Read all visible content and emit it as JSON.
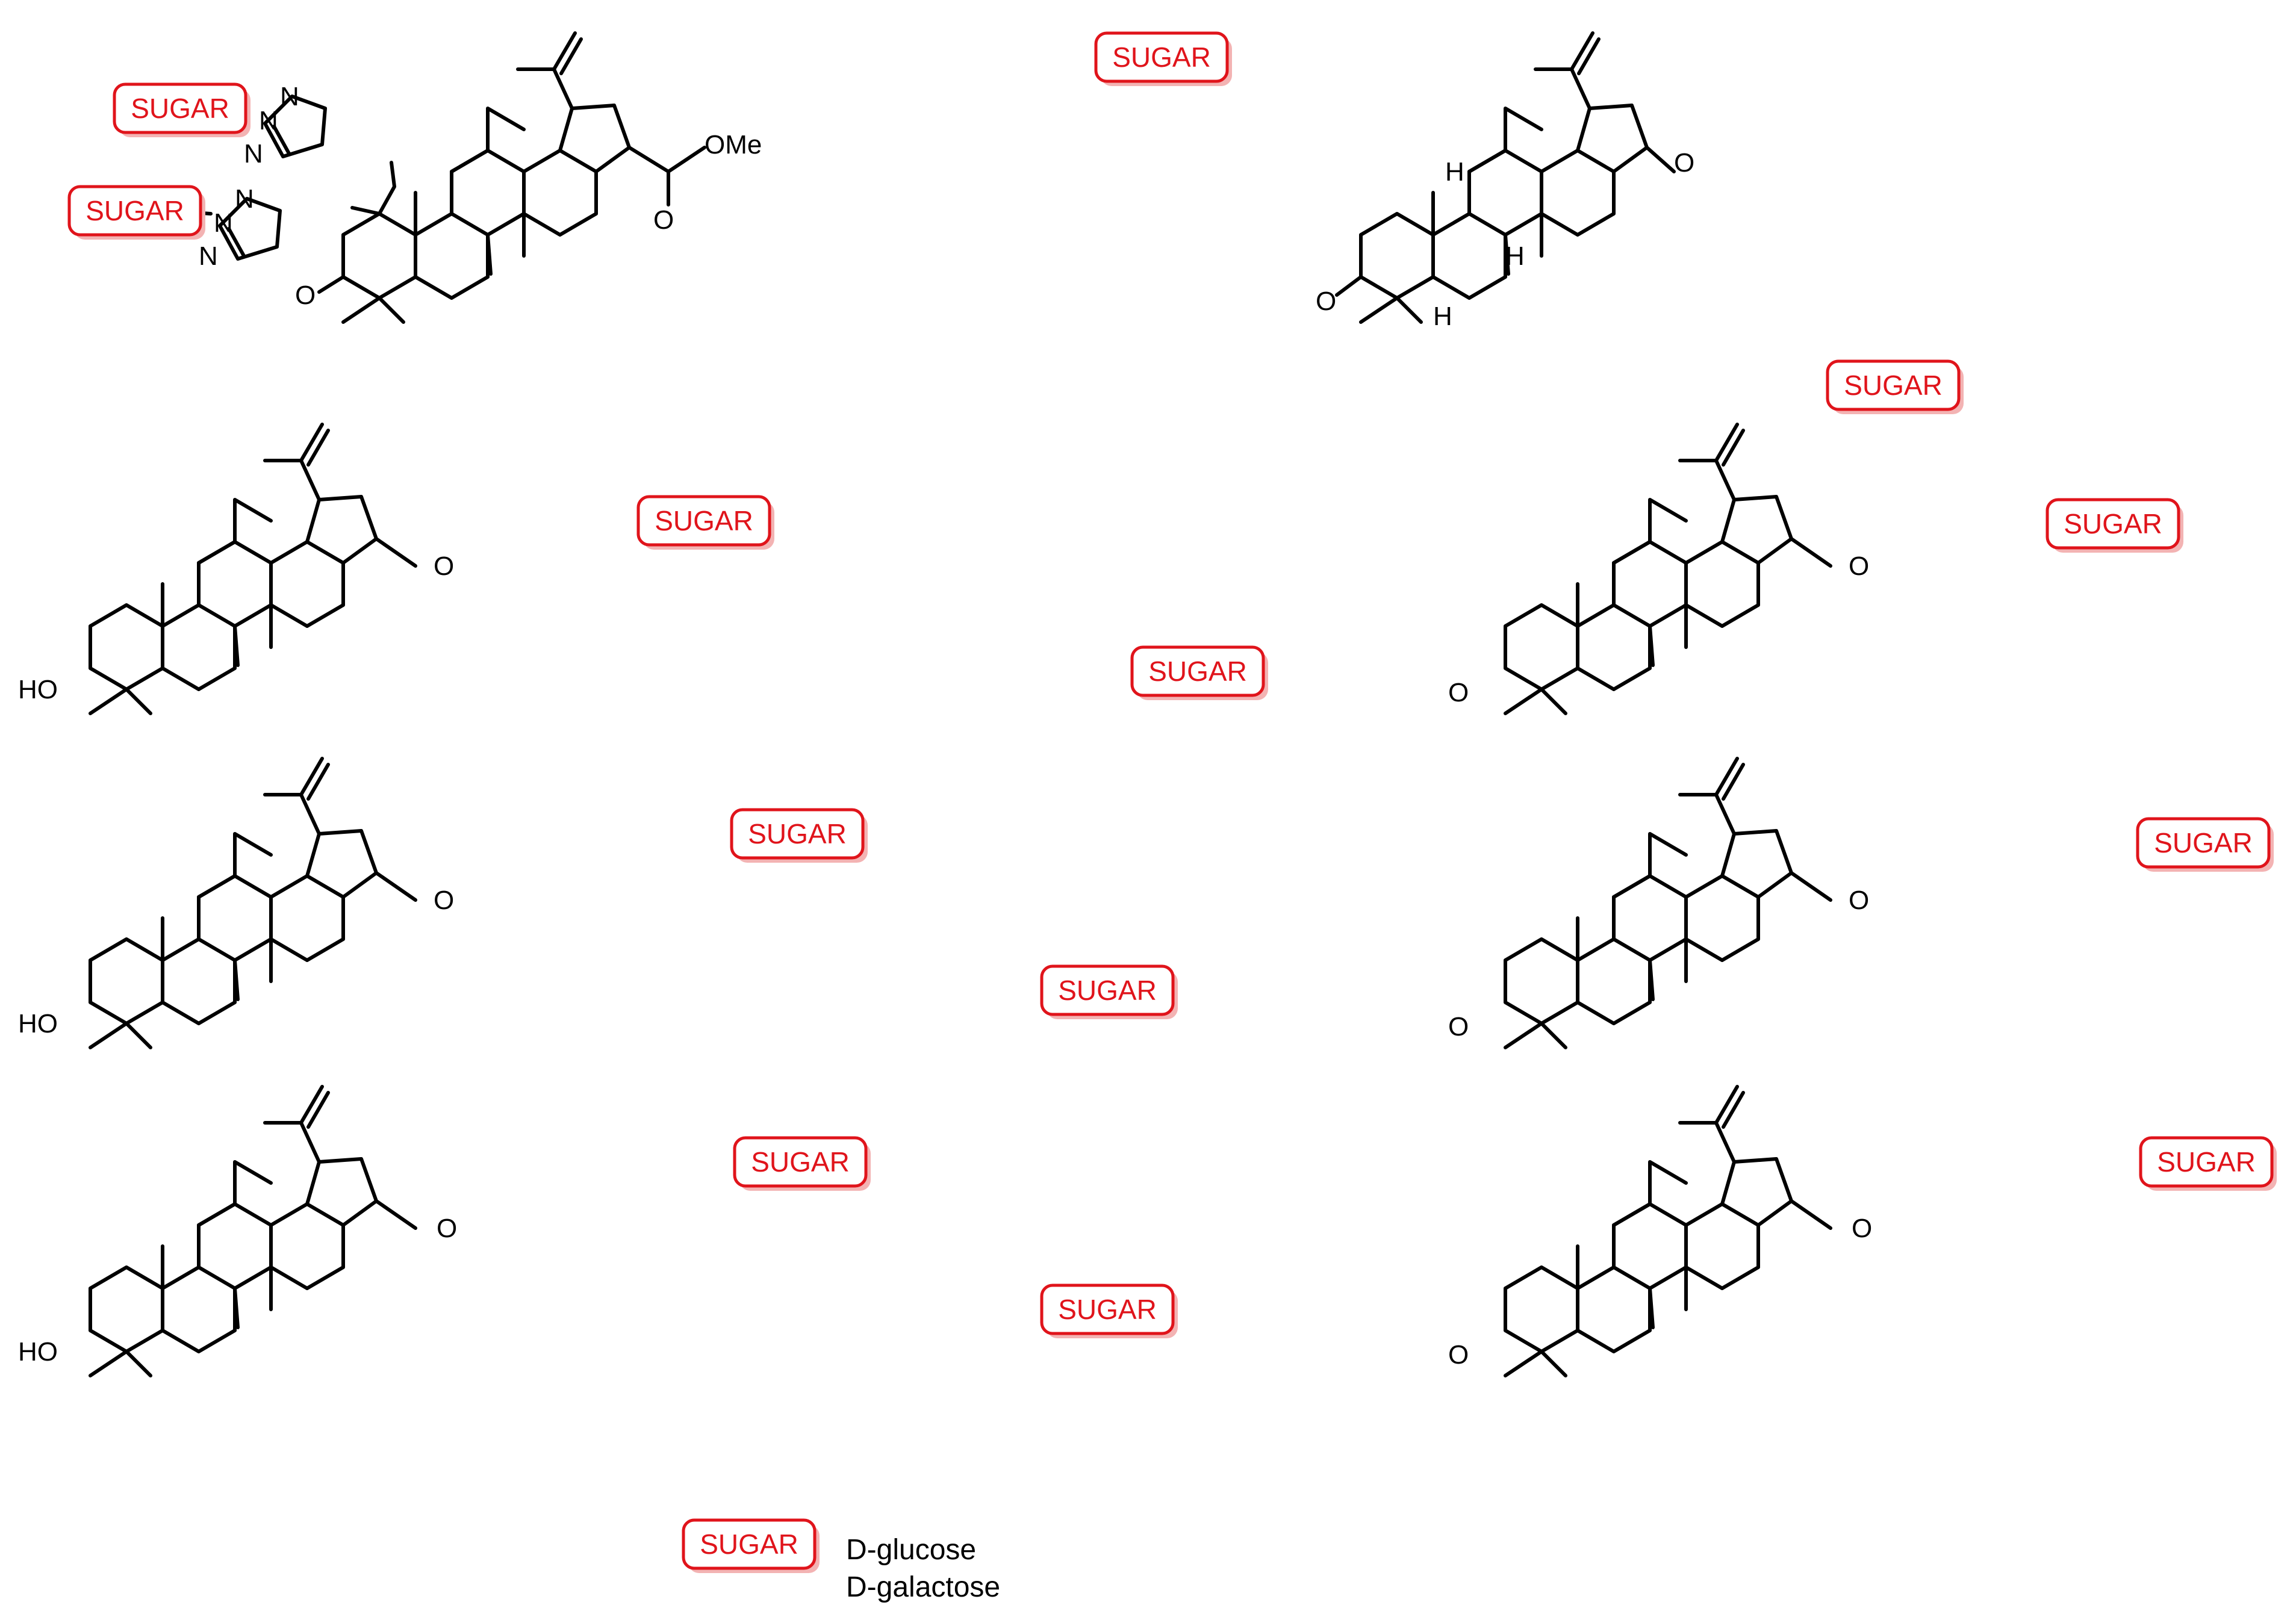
{
  "sugar_label": "SUGAR",
  "legend": {
    "label": "SUGAR",
    "items": [
      "D-glucose",
      "D-galactose"
    ]
  },
  "atoms": {
    "N": "N",
    "O": "O",
    "H": "H",
    "HO": "HO",
    "OMe": "OMe"
  },
  "colors": {
    "sugar": "#e0141b",
    "sugar_shadow": "#f3b3b3",
    "bond": "#000000"
  }
}
